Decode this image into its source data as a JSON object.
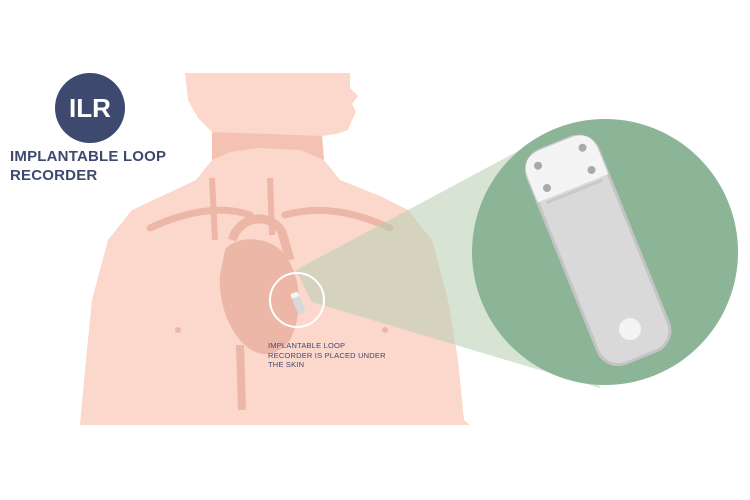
{
  "badge": {
    "text": "ILR"
  },
  "title": {
    "line1": "IMPLANTABLE LOOP",
    "line2": "RECORDER"
  },
  "caption": {
    "line1": "IMPLANTABLE LOOP",
    "line2": "RECORDER IS PLACED UNDER",
    "line3": "THE SKIN"
  },
  "colors": {
    "body": "#fbd7cc",
    "body_shadow": "#f3c2b3",
    "anatomy": "#ecb7a7",
    "badge": "#3e4970",
    "text": "#3e4970",
    "magnifier": "#8cb597",
    "beam": "#b6cdb0",
    "device": "#d9d9d9",
    "device_head": "#f4f4f4"
  },
  "icons": {
    "device": "loop-recorder-device-icon"
  }
}
